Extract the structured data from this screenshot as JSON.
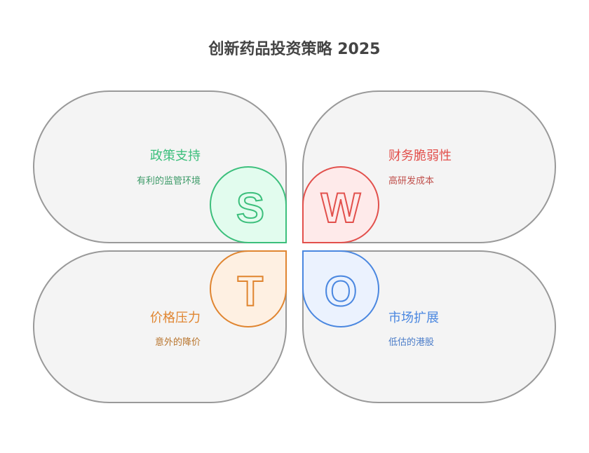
{
  "title": "创新药品投资策略 2025",
  "quadrants": {
    "s": {
      "letter": "S",
      "heading": "政策支持",
      "detail": "有利的监管环境",
      "color": "#3cbf7c",
      "fill": "#e2fcee",
      "text_color": "#3d9a68"
    },
    "w": {
      "letter": "W",
      "heading": "财务脆弱性",
      "detail": "高研发成本",
      "color": "#e2504c",
      "fill": "#feeaea",
      "text_color": "#c0504c"
    },
    "t": {
      "letter": "T",
      "heading": "价格压力",
      "detail": "意外的降价",
      "color": "#e08530",
      "fill": "#fef0e2",
      "text_color": "#b8742c"
    },
    "o": {
      "letter": "O",
      "heading": "市场扩展",
      "detail": "低估的港股",
      "color": "#4a87e0",
      "fill": "#ebf2fe",
      "text_color": "#4a7cc8"
    }
  }
}
